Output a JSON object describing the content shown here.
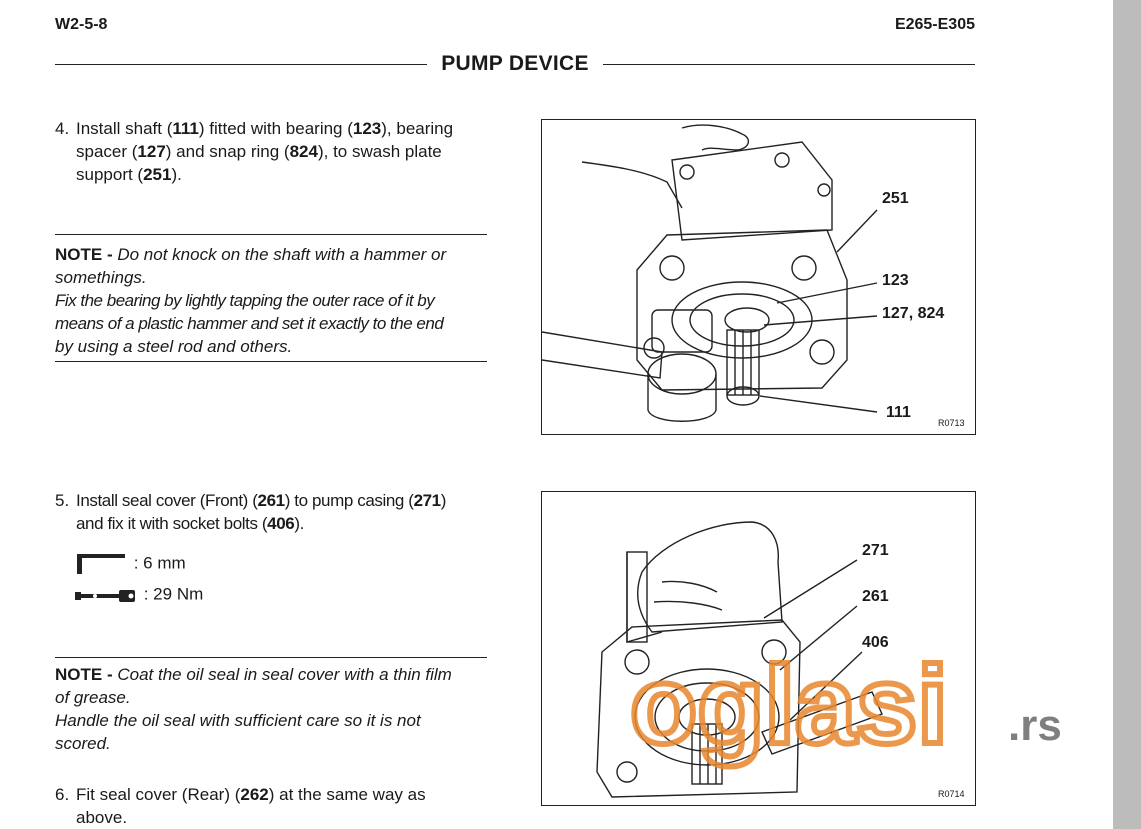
{
  "header": {
    "left": "W2-5-8",
    "right": "E265-E305",
    "section_title": "PUMP DEVICE"
  },
  "step4": {
    "num": "4.",
    "p1": "Install shaft (",
    "b1": "111",
    "p2": ") fitted with bearing (",
    "b2": "123",
    "p3": "), bearing",
    "p4": "spacer (",
    "b3": "127",
    "p5": ") and snap ring (",
    "b4": "824",
    "p6": "), to swash plate",
    "p7": "support (",
    "b5": "251",
    "p8": ")."
  },
  "note1": {
    "label": "NOTE - ",
    "l1": "Do not knock on the shaft with a hammer or",
    "l2": "somethings.",
    "l3": "Fix the bearing by lightly tapping the outer race of it by",
    "l4": "means of a plastic hammer and set it exactly to the end",
    "l5": "by using a steel rod and others."
  },
  "figure1": {
    "code": "R0713",
    "callouts": [
      "251",
      "123",
      "127, 824",
      "111"
    ]
  },
  "step5": {
    "num": "5.",
    "p1": "Install seal cover (Front) (",
    "b1": "261",
    "p2": ") to pump casing (",
    "b2": "271",
    "p3": ")",
    "p4": "and fix it with socket bolts (",
    "b3": "406",
    "p5": ")."
  },
  "specs": {
    "wrench": ": 6 mm",
    "torque": ": 29 Nm",
    "wrench_icon": "hex-key-icon",
    "torque_icon": "torque-wrench-icon"
  },
  "note2": {
    "label": "NOTE - ",
    "l1": "Coat the oil seal in seal cover with a thin film",
    "l2": "of grease.",
    "l3": "Handle the oil seal with sufficient care so it is not",
    "l4": "scored."
  },
  "figure2": {
    "code": "R0714",
    "callouts": [
      "271",
      "261",
      "406"
    ]
  },
  "step6": {
    "num": "6.",
    "p1": "Fit seal cover (Rear) (",
    "b1": "262",
    "p2": ") at the same way as",
    "l2": "above."
  },
  "watermark": {
    "main": "oglasi",
    "suffix": ".rs",
    "color": "#e8872e"
  }
}
